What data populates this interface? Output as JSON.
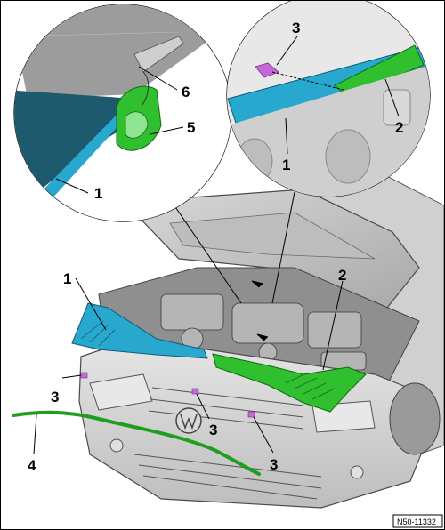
{
  "callouts": {
    "c1_detail_left": "1",
    "c5": "5",
    "c6": "6",
    "c3_detail_right": "3",
    "c1_detail_right": "1",
    "c2_detail_right": "2",
    "c1_main": "1",
    "c2_main": "2",
    "c3_left": "3",
    "c3_mid": "3",
    "c3_right": "3",
    "c4": "4"
  },
  "figure_ref": "N50-11332",
  "colors": {
    "cover_left": "#29a8cf",
    "cover_right": "#2fbf2f",
    "clip": "#c46ad8",
    "seal": "#1e9e1e",
    "body_line": "#4b4b4b"
  }
}
